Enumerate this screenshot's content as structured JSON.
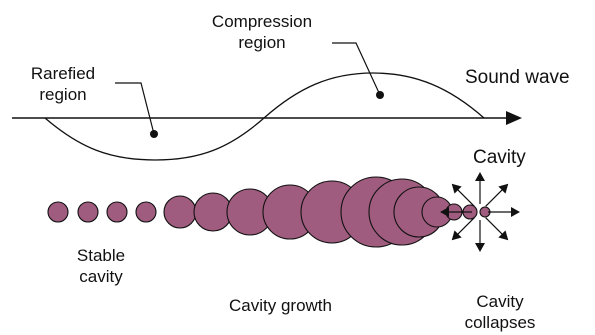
{
  "labels": {
    "compression_line1": "Compression",
    "compression_line2": "region",
    "rarefied_line1": "Rarefied",
    "rarefied_line2": "region",
    "sound_wave": "Sound wave",
    "cavity": "Cavity",
    "stable_line1": "Stable",
    "stable_line2": "cavity",
    "growth": "Cavity growth",
    "collapse_line1": "Cavity",
    "collapse_line2": "collapses"
  },
  "colors": {
    "bubble_fill": "#a05c7f",
    "stroke": "#111111"
  }
}
